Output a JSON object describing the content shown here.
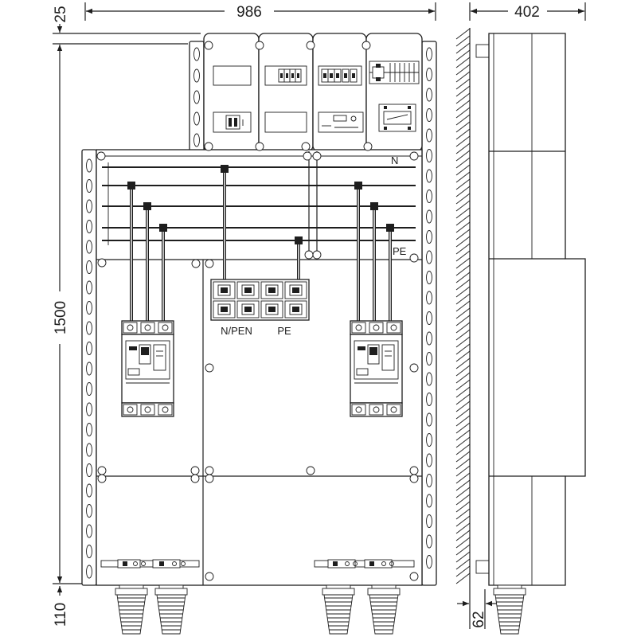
{
  "dimensions": {
    "top_offset": "25",
    "overall_width": "986",
    "depth": "402",
    "height": "1500",
    "bottom_clearance": "110",
    "wall_distance": "62"
  },
  "busbar_labels": {
    "neutral": "N",
    "protective_earth": "PE"
  },
  "terminal_labels": {
    "n_pen": "N/PEN",
    "pe": "PE"
  },
  "colors": {
    "line": "#1e1e1e",
    "background": "#ffffff"
  }
}
